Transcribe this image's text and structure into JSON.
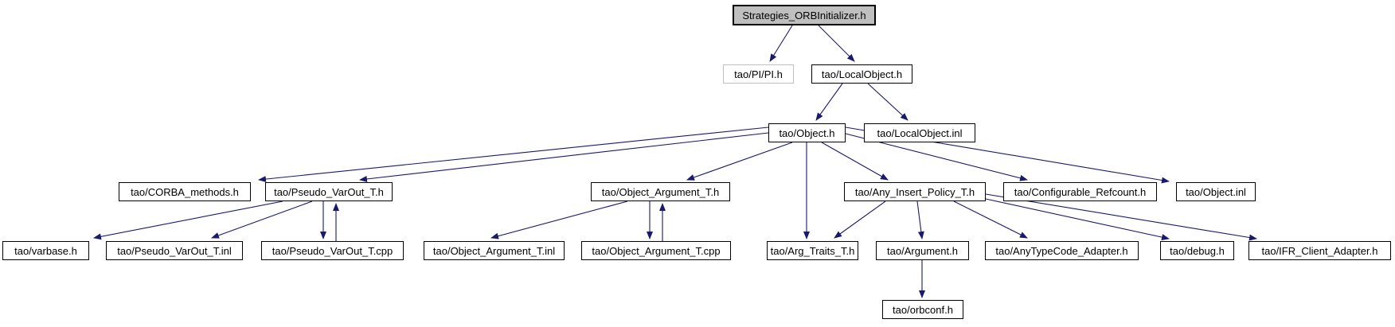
{
  "diagram": {
    "kind": "include-dependency-graph",
    "colors": {
      "background": "#ffffff",
      "edge": "#191970",
      "node_border": "#000000",
      "node_fill": "#ffffff",
      "root_fill": "#bfbfbf",
      "external_border": "#bfbfbf",
      "text": "#000000"
    },
    "nodes": [
      {
        "id": "root",
        "label": "Strategies_ORBInitializer.h",
        "type": "root"
      },
      {
        "id": "pi",
        "label": "tao/PI/PI.h",
        "type": "external"
      },
      {
        "id": "localobject",
        "label": "tao/LocalObject.h",
        "type": "normal"
      },
      {
        "id": "object",
        "label": "tao/Object.h",
        "type": "normal"
      },
      {
        "id": "localobject_inl",
        "label": "tao/LocalObject.inl",
        "type": "normal"
      },
      {
        "id": "corba_methods",
        "label": "tao/CORBA_methods.h",
        "type": "normal"
      },
      {
        "id": "pseudo_varout_h",
        "label": "tao/Pseudo_VarOut_T.h",
        "type": "normal"
      },
      {
        "id": "object_argument_h",
        "label": "tao/Object_Argument_T.h",
        "type": "normal"
      },
      {
        "id": "any_insert",
        "label": "tao/Any_Insert_Policy_T.h",
        "type": "normal"
      },
      {
        "id": "configurable_refcount",
        "label": "tao/Configurable_Refcount.h",
        "type": "normal"
      },
      {
        "id": "object_inl",
        "label": "tao/Object.inl",
        "type": "normal"
      },
      {
        "id": "varbase",
        "label": "tao/varbase.h",
        "type": "normal"
      },
      {
        "id": "pseudo_varout_inl",
        "label": "tao/Pseudo_VarOut_T.inl",
        "type": "normal"
      },
      {
        "id": "pseudo_varout_cpp",
        "label": "tao/Pseudo_VarOut_T.cpp",
        "type": "normal"
      },
      {
        "id": "object_argument_inl",
        "label": "tao/Object_Argument_T.inl",
        "type": "normal"
      },
      {
        "id": "object_argument_cpp",
        "label": "tao/Object_Argument_T.cpp",
        "type": "normal"
      },
      {
        "id": "arg_traits",
        "label": "tao/Arg_Traits_T.h",
        "type": "normal"
      },
      {
        "id": "argument",
        "label": "tao/Argument.h",
        "type": "normal"
      },
      {
        "id": "anytypecode",
        "label": "tao/AnyTypeCode_Adapter.h",
        "type": "normal"
      },
      {
        "id": "debug",
        "label": "tao/debug.h",
        "type": "normal"
      },
      {
        "id": "ifr",
        "label": "tao/IFR_Client_Adapter.h",
        "type": "normal"
      },
      {
        "id": "orbconf",
        "label": "tao/orbconf.h",
        "type": "normal"
      }
    ],
    "edges": [
      {
        "from": "root",
        "to": "pi"
      },
      {
        "from": "root",
        "to": "localobject"
      },
      {
        "from": "localobject",
        "to": "object"
      },
      {
        "from": "localobject",
        "to": "localobject_inl"
      },
      {
        "from": "object",
        "to": "corba_methods"
      },
      {
        "from": "object",
        "to": "pseudo_varout_h"
      },
      {
        "from": "object",
        "to": "object_argument_h"
      },
      {
        "from": "object",
        "to": "arg_traits"
      },
      {
        "from": "object",
        "to": "any_insert"
      },
      {
        "from": "object",
        "to": "configurable_refcount"
      },
      {
        "from": "object",
        "to": "object_inl"
      },
      {
        "from": "pseudo_varout_h",
        "to": "varbase"
      },
      {
        "from": "pseudo_varout_h",
        "to": "pseudo_varout_inl"
      },
      {
        "from": "pseudo_varout_h",
        "to": "pseudo_varout_cpp"
      },
      {
        "from": "pseudo_varout_cpp",
        "to": "pseudo_varout_h"
      },
      {
        "from": "object_argument_h",
        "to": "object_argument_inl"
      },
      {
        "from": "object_argument_h",
        "to": "object_argument_cpp"
      },
      {
        "from": "object_argument_cpp",
        "to": "object_argument_h"
      },
      {
        "from": "any_insert",
        "to": "arg_traits"
      },
      {
        "from": "any_insert",
        "to": "argument"
      },
      {
        "from": "any_insert",
        "to": "anytypecode"
      },
      {
        "from": "any_insert",
        "to": "debug"
      },
      {
        "from": "any_insert",
        "to": "ifr"
      },
      {
        "from": "argument",
        "to": "orbconf"
      }
    ]
  }
}
